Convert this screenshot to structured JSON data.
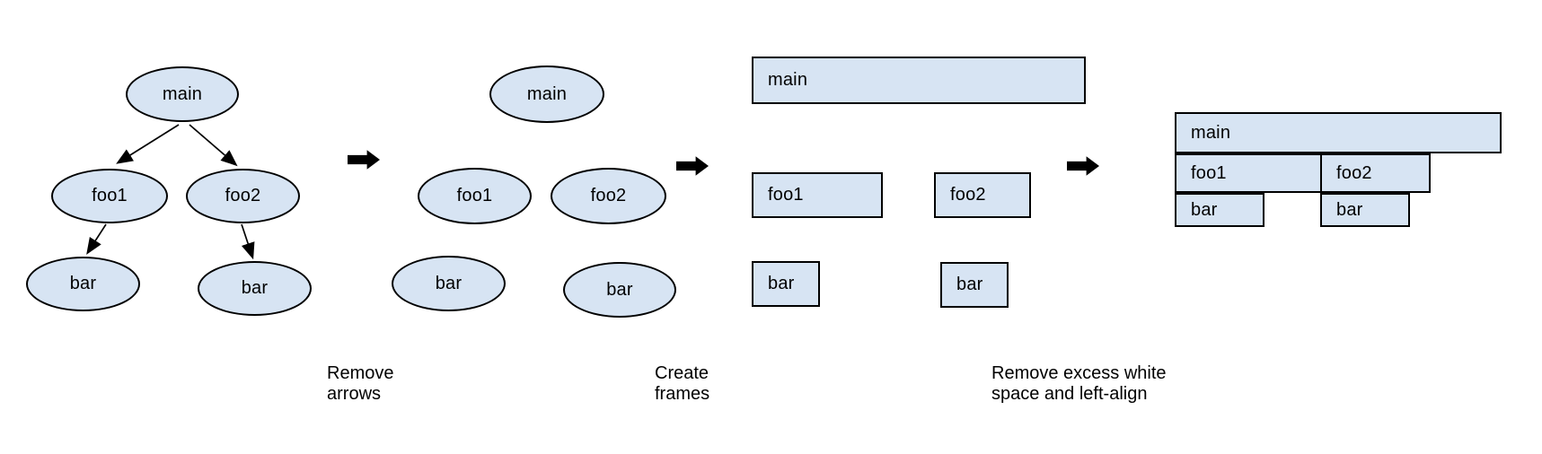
{
  "colors": {
    "background": "#ffffff",
    "node_fill": "#d7e4f3",
    "node_stroke": "#000000",
    "arrow_color": "#000000",
    "text_color": "#000000"
  },
  "panels": {
    "call_tree": {
      "main": "main",
      "foo1": "foo1",
      "foo2": "foo2",
      "bar_left": "bar",
      "bar_right": "bar"
    },
    "no_arrows": {
      "main": "main",
      "foo1": "foo1",
      "foo2": "foo2",
      "bar_left": "bar",
      "bar_right": "bar"
    },
    "frames": {
      "main": "main",
      "foo1": "foo1",
      "foo2": "foo2",
      "bar_left": "bar",
      "bar_right": "bar"
    },
    "flame_graph": {
      "main": "main",
      "foo1": "foo1",
      "foo2": "foo2",
      "bar_left": "bar",
      "bar_right": "bar"
    }
  },
  "captions": {
    "step1": {
      "line1": "Remove",
      "line2": "arrows"
    },
    "step2": {
      "line1": "Create",
      "line2": "frames"
    },
    "step3": {
      "line1": "Remove excess white",
      "line2": "space and left-align"
    }
  }
}
